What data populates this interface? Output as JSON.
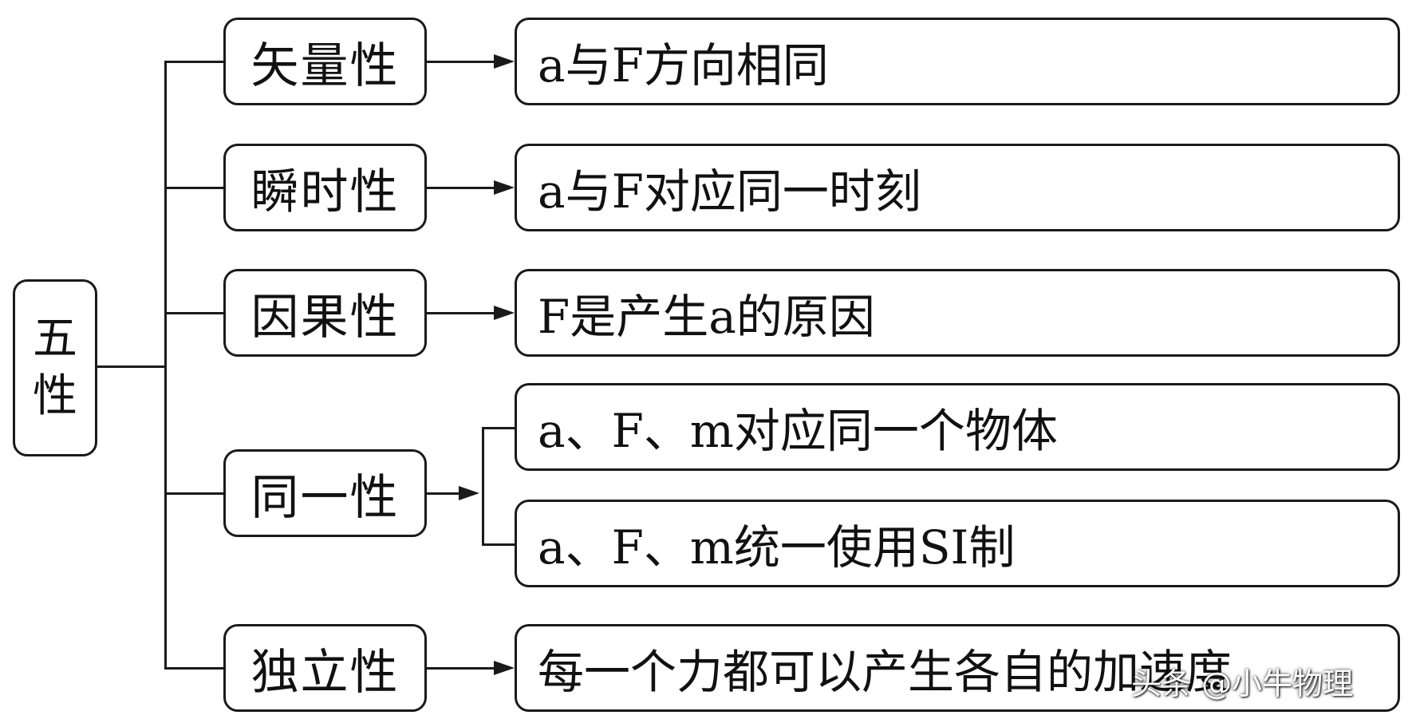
{
  "root": {
    "char1": "五",
    "char2": "性"
  },
  "branches": [
    {
      "property": "矢量性",
      "details": [
        "a与F方向相同"
      ]
    },
    {
      "property": "瞬时性",
      "details": [
        "a与F对应同一时刻"
      ]
    },
    {
      "property": "因果性",
      "details": [
        "F是产生a的原因"
      ]
    },
    {
      "property": "同一性",
      "details": [
        "a、F、m对应同一个物体",
        "a、F、m统一使用SI制"
      ]
    },
    {
      "property": "独立性",
      "details": [
        "每一个力都可以产生各自的加速度"
      ]
    }
  ],
  "watermark": "头条 @小牛物理"
}
